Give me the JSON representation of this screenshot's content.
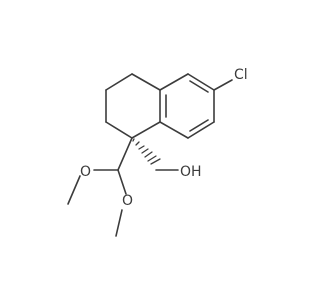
{
  "molecule": {
    "atoms": {
      "cl": "Cl",
      "oh": "OH",
      "o1": "O",
      "o2": "O"
    },
    "colors": {
      "bond": "#3c3c3c",
      "text": "#3c3c3c",
      "background": "#ffffff"
    }
  }
}
